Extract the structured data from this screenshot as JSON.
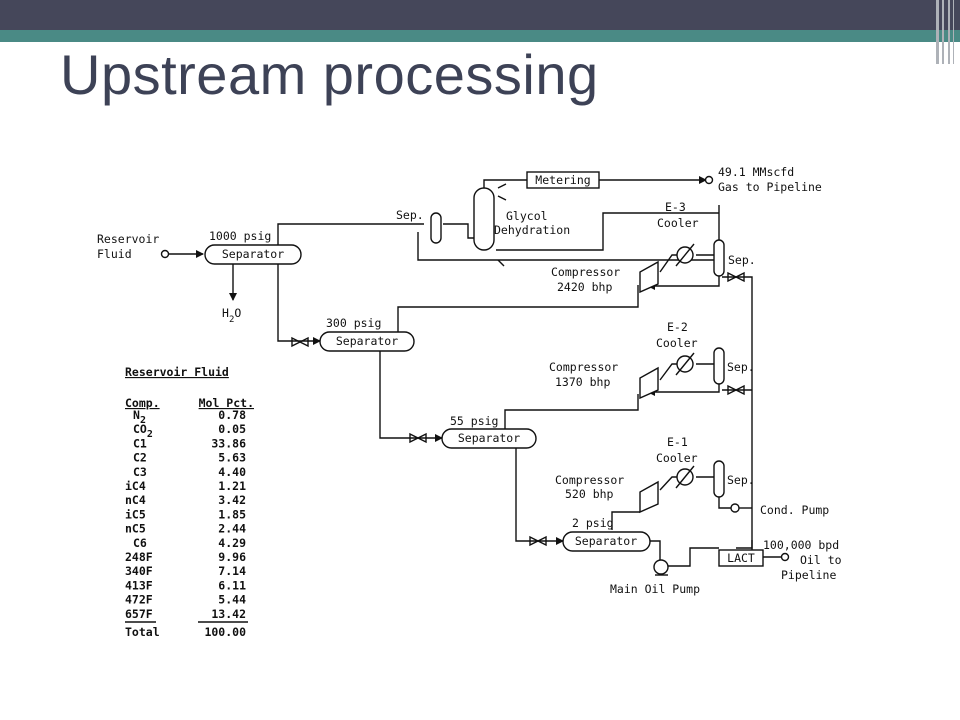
{
  "slide": {
    "title": "Upstream processing"
  },
  "diagram": {
    "feed": {
      "line1": "Reservoir",
      "line2": "Fluid"
    },
    "sep1000": {
      "pressure": "1000 psig",
      "label": "Separator"
    },
    "water": {
      "h": "H",
      "sub": "2",
      "o": "O"
    },
    "sep300": {
      "pressure": "300 psig",
      "label": "Separator"
    },
    "sep55": {
      "pressure": "55 psig",
      "label": "Separator"
    },
    "sep2": {
      "pressure": "2 psig",
      "label": "Separator"
    },
    "small_sep": "Sep.",
    "glycol": {
      "line1": "Glycol",
      "line2": "Dehydration"
    },
    "metering": "Metering",
    "gas_out": {
      "line1": "49.1 MMscfd",
      "line2": "Gas to Pipeline"
    },
    "e3": {
      "name": "E-3",
      "label": "Cooler"
    },
    "e2": {
      "name": "E-2",
      "label": "Cooler"
    },
    "e1": {
      "name": "E-1",
      "label": "Cooler"
    },
    "comp3": {
      "label": "Compressor",
      "power": "2420 bhp"
    },
    "comp2": {
      "label": "Compressor",
      "power": "1370 bhp"
    },
    "comp1": {
      "label": "Compressor",
      "power": "520 bhp"
    },
    "sep_right": "Sep.",
    "cond_pump": "Cond. Pump",
    "lact": "LACT",
    "oil_out": {
      "line1": "100,000 bpd",
      "line2": "Oil to",
      "line3": "Pipeline"
    },
    "main_pump": "Main Oil Pump"
  },
  "composition": {
    "title": "Reservoir Fluid",
    "col_comp": "Comp.",
    "col_mol": "Mol Pct.",
    "rows": [
      {
        "name": "N",
        "sub": "2",
        "value": "0.78"
      },
      {
        "name": "CO",
        "sub": "2",
        "value": "0.05"
      },
      {
        "name": "C1",
        "value": "33.86"
      },
      {
        "name": "C2",
        "value": "5.63"
      },
      {
        "name": "C3",
        "value": "4.40"
      },
      {
        "name": "iC4",
        "value": "1.21"
      },
      {
        "name": "nC4",
        "value": "3.42"
      },
      {
        "name": "iC5",
        "value": "1.85"
      },
      {
        "name": "nC5",
        "value": "2.44"
      },
      {
        "name": "C6",
        "value": "4.29"
      },
      {
        "name": "248F",
        "value": "9.96"
      },
      {
        "name": "340F",
        "value": "7.14"
      },
      {
        "name": "413F",
        "value": "6.11"
      },
      {
        "name": "472F",
        "value": "5.44"
      },
      {
        "name": "657F",
        "value": "13.42"
      }
    ],
    "total_label": "Total",
    "total_value": "100.00"
  }
}
